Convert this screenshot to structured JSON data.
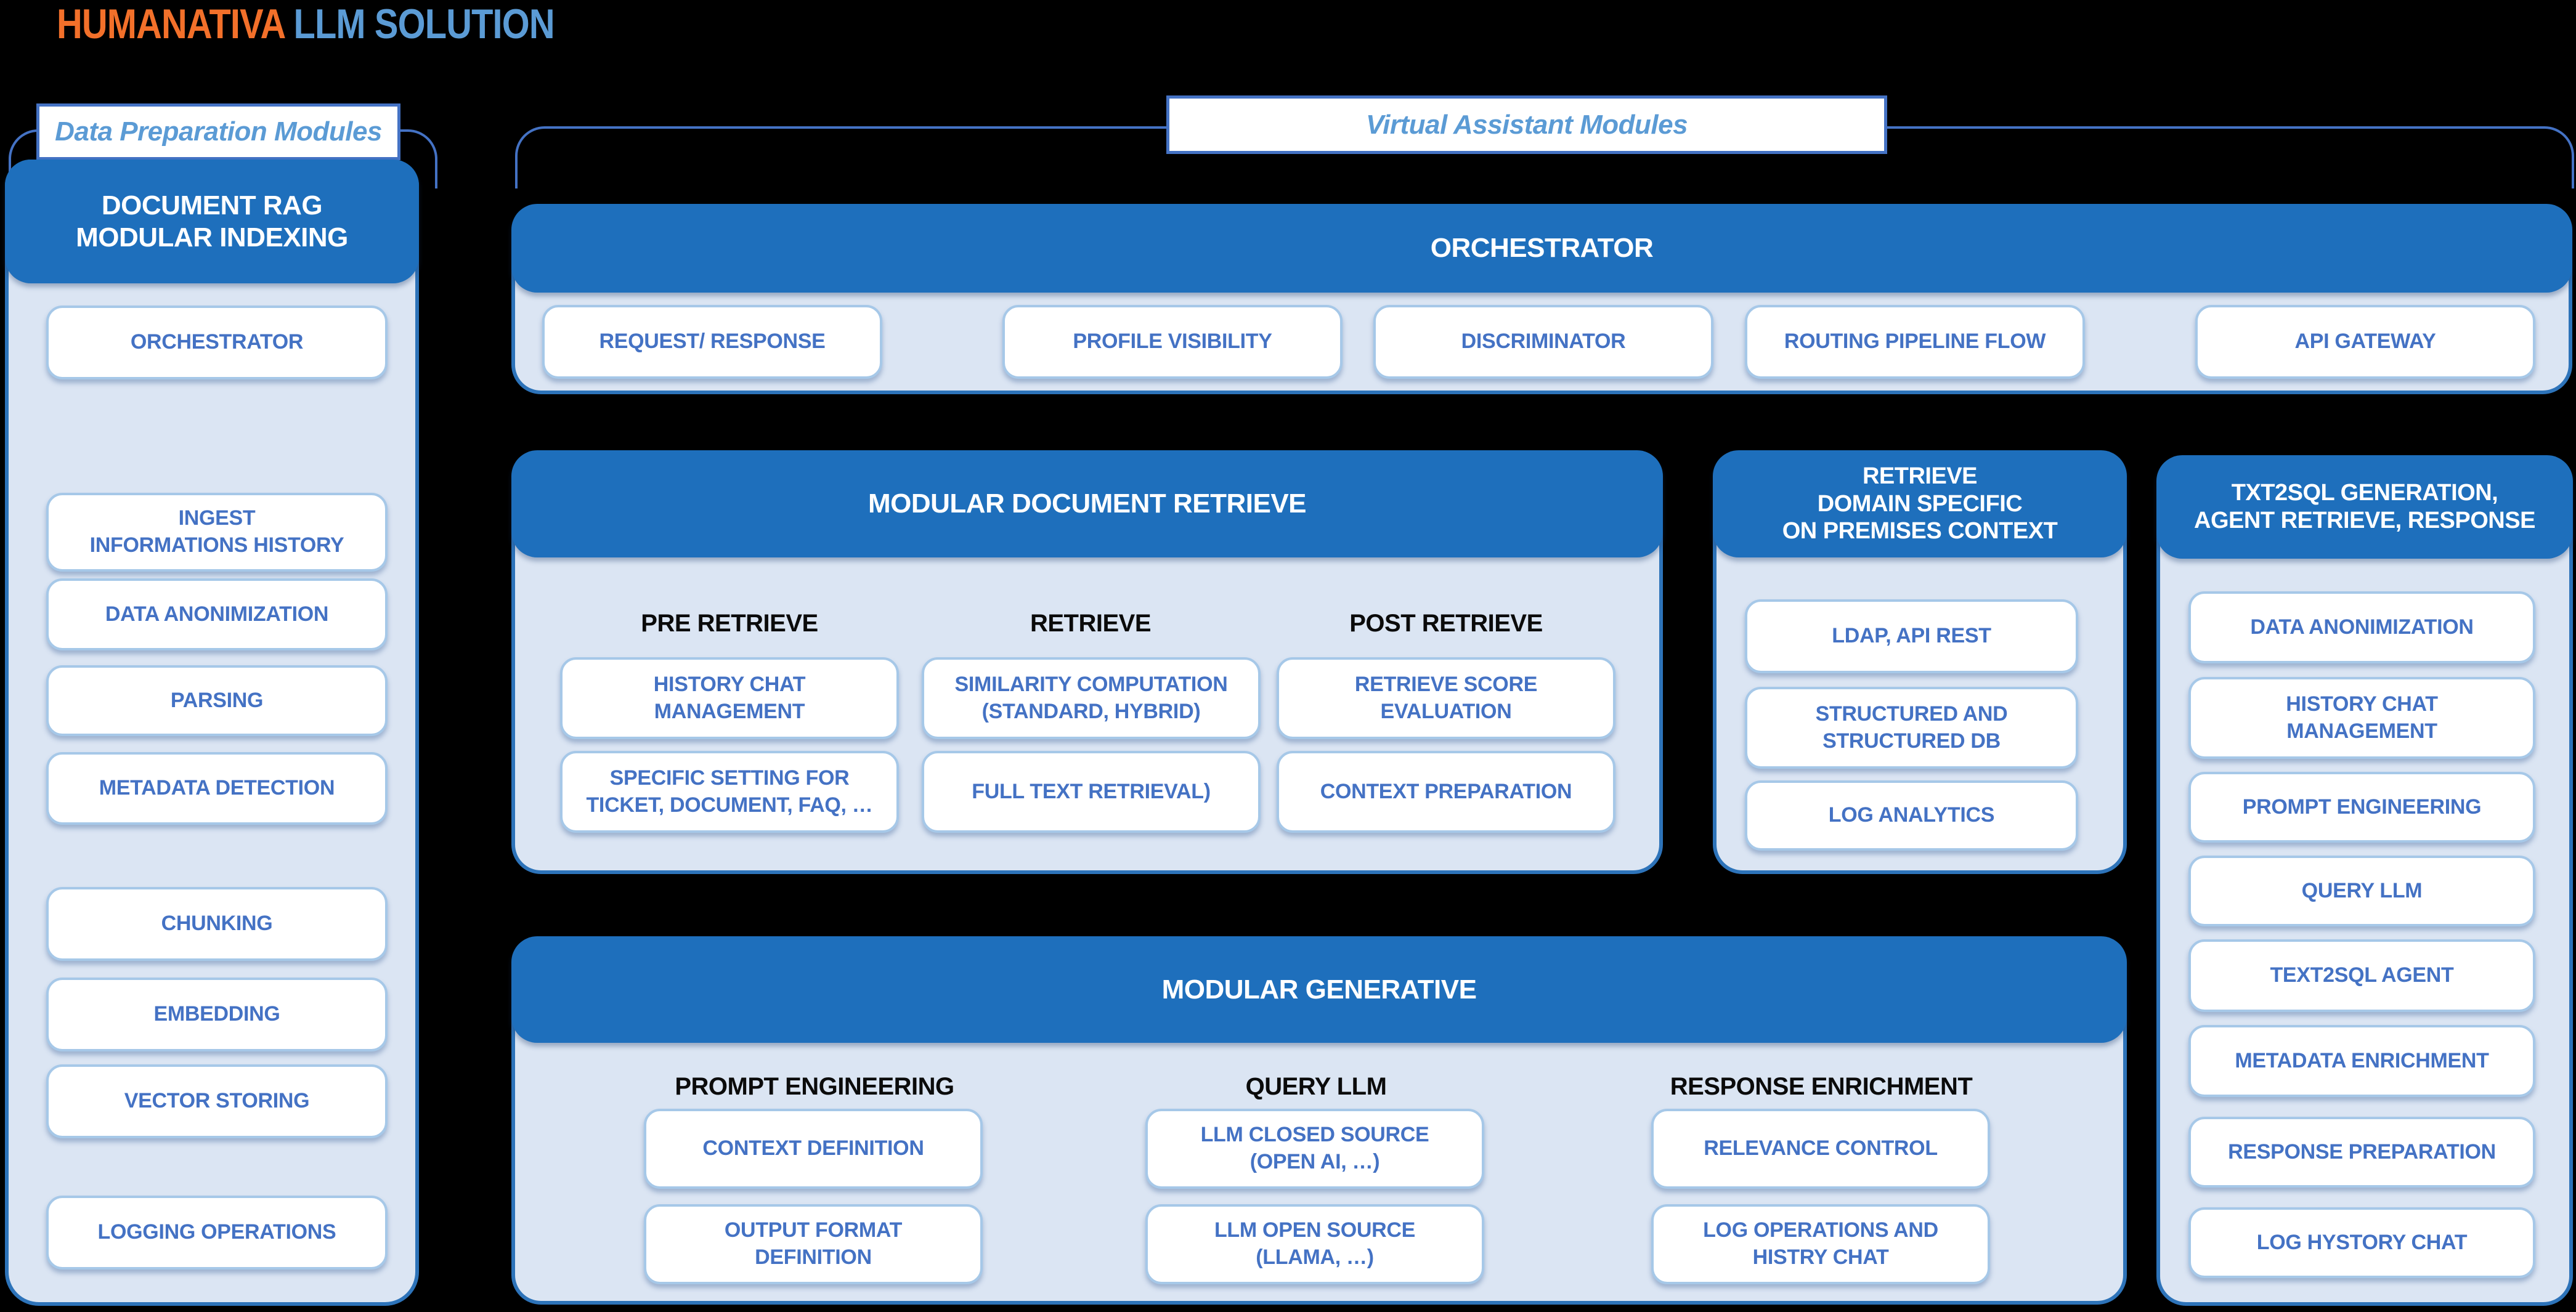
{
  "title": {
    "orange": "HUMANATIVA",
    "blue": " LLM SOLUTION"
  },
  "section_labels": {
    "data_prep": "Data Preparation Modules",
    "virtual_assistant": "Virtual Assistant Modules"
  },
  "colors": {
    "header_blue": "#1E6FBC",
    "body_blue": "#DBE5F3",
    "container_border": "#2D73B9",
    "box_border": "#A6C8E8",
    "box_text_blue": "#4472C4",
    "accent_orange": "#F3702A",
    "accent_light_blue": "#5B9BD5",
    "background": "#000000"
  },
  "data_prep": {
    "header": "DOCUMENT RAG\nMODULAR INDEXING",
    "items": [
      "ORCHESTRATOR",
      "INGEST\nINFORMATIONS HISTORY",
      "DATA ANONIMIZATION",
      "PARSING",
      "METADATA DETECTION",
      "CHUNKING",
      "EMBEDDING",
      "VECTOR STORING",
      "LOGGING OPERATIONS"
    ]
  },
  "orchestrator": {
    "header": "ORCHESTRATOR",
    "items": [
      "REQUEST/ RESPONSE",
      "PROFILE VISIBILITY",
      "DISCRIMINATOR",
      "ROUTING PIPELINE FLOW",
      "API GATEWAY"
    ]
  },
  "modular_document_retrieve": {
    "header": "MODULAR DOCUMENT RETRIEVE",
    "columns": [
      {
        "title": "PRE RETRIEVE",
        "items": [
          "HISTORY CHAT\nMANAGEMENT",
          "SPECIFIC SETTING FOR\nTICKET, DOCUMENT, FAQ, …"
        ]
      },
      {
        "title": "RETRIEVE",
        "items": [
          "SIMILARITY COMPUTATION\n(STANDARD, HYBRID)",
          "FULL TEXT RETRIEVAL)"
        ]
      },
      {
        "title": "POST RETRIEVE",
        "items": [
          "RETRIEVE SCORE\nEVALUATION",
          "CONTEXT PREPARATION"
        ]
      }
    ]
  },
  "retrieve_domain": {
    "header": "RETRIEVE\nDOMAIN SPECIFIC\nON PREMISES CONTEXT",
    "items": [
      "LDAP, API REST",
      "STRUCTURED AND\nSTRUCTURED DB",
      "LOG ANALYTICS"
    ]
  },
  "txt2sql": {
    "header": "TXT2SQL GENERATION,\nAGENT RETRIEVE, RESPONSE",
    "items": [
      "DATA ANONIMIZATION",
      "HISTORY CHAT\nMANAGEMENT",
      "PROMPT ENGINEERING",
      "QUERY LLM",
      "TEXT2SQL AGENT",
      "METADATA ENRICHMENT",
      "RESPONSE PREPARATION",
      "LOG HYSTORY CHAT"
    ]
  },
  "modular_generative": {
    "header": "MODULAR GENERATIVE",
    "columns": [
      {
        "title": "PROMPT ENGINEERING",
        "items": [
          "CONTEXT DEFINITION",
          "OUTPUT FORMAT\nDEFINITION"
        ]
      },
      {
        "title": "QUERY LLM",
        "items": [
          "LLM CLOSED SOURCE\n(OPEN AI, …)",
          "LLM OPEN SOURCE\n(LLAMA, …)"
        ]
      },
      {
        "title": "RESPONSE ENRICHMENT",
        "items": [
          "RELEVANCE CONTROL",
          "LOG OPERATIONS AND\nHISTRY CHAT"
        ]
      }
    ]
  }
}
